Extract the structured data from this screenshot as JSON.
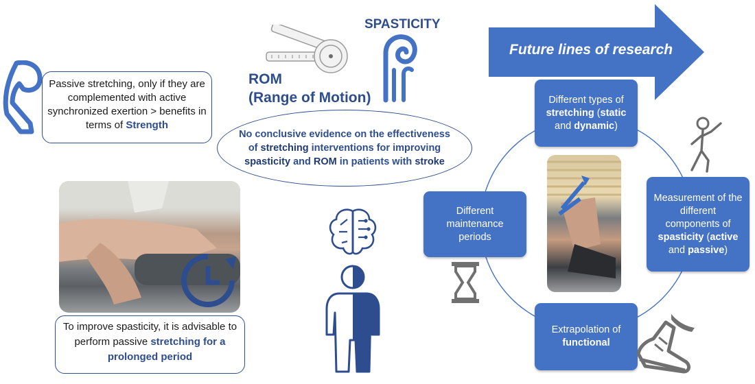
{
  "colors": {
    "primary": "#4472c4",
    "dark_blue": "#2e4d8e",
    "gray_icon": "#6b6b6b"
  },
  "strength_note": {
    "text": "Passive stretching, only if they are complemented with active synchronized exertion > benefits in terms of ",
    "bold": "Strength"
  },
  "rom_label": {
    "line1": "ROM",
    "line2": "(Range of Motion)"
  },
  "spasticity_label": "SPASTICITY",
  "conclusion": {
    "p1": "No conclusive evidence on the effectiveness of ",
    "b1": "stretching",
    "p2": " interventions for improving ",
    "b2": "spasticity",
    "p3": " and ",
    "b3": "ROM",
    "p4": " in patients with ",
    "b4": "stroke"
  },
  "prolonged_note": {
    "text": "To improve spasticity, it is advisable to perform passive ",
    "bold": "stretching for a prolonged period"
  },
  "future_arrow_label": "Future lines of research",
  "research_boxes": {
    "stretching": {
      "p1": "Different types of ",
      "b1": "stretching",
      "p2": " (",
      "b2": "static",
      "p3": " and ",
      "b3": "dynamic",
      "p4": ")"
    },
    "maintenance": {
      "text": "Different maintenance periods"
    },
    "spasticity": {
      "p1": "Measurement of the different components of ",
      "b1": "spasticity",
      "p2": " (",
      "b2": "active",
      "p3": " and ",
      "b3": "passive",
      "p4": ")"
    },
    "functional": {
      "p1": "Extrapolation of ",
      "b1": "functional"
    }
  },
  "icons": [
    "arm-muscle-icon",
    "goniometer-icon",
    "spastic-hand-icon",
    "brain-icon",
    "person-icon",
    "clock-refresh-icon",
    "hourglass-icon",
    "walking-person-icon",
    "running-shoe-icon"
  ]
}
